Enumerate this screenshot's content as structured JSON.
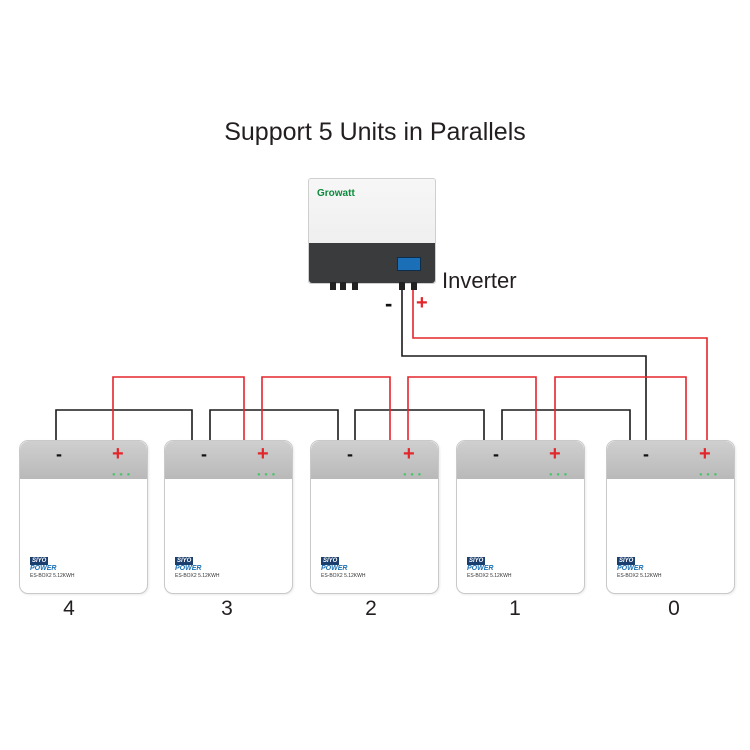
{
  "title": "Support 5 Units in Parallels",
  "inverter": {
    "label": "Inverter",
    "brand": "Growatt",
    "minus": "-",
    "plus": "+"
  },
  "batteries": [
    {
      "number": "4",
      "minus": "-",
      "plus": "+",
      "brand_box": "SIYO",
      "brand": "POWER",
      "model": "ES-BOX2 5.12KWH"
    },
    {
      "number": "3",
      "minus": "-",
      "plus": "+",
      "brand_box": "SIYO",
      "brand": "POWER",
      "model": "ES-BOX2 5.12KWH"
    },
    {
      "number": "2",
      "minus": "-",
      "plus": "+",
      "brand_box": "SIYO",
      "brand": "POWER",
      "model": "ES-BOX2 5.12KWH"
    },
    {
      "number": "1",
      "minus": "-",
      "plus": "+",
      "brand_box": "SIYO",
      "brand": "POWER",
      "model": "ES-BOX2 5.12KWH"
    },
    {
      "number": "0",
      "minus": "-",
      "plus": "+",
      "brand_box": "SIYO",
      "brand": "POWER",
      "model": "ES-BOX2 5.12KWH"
    }
  ],
  "colors": {
    "positive_wire": "#e3262b",
    "negative_wire": "#1a1a1a"
  }
}
